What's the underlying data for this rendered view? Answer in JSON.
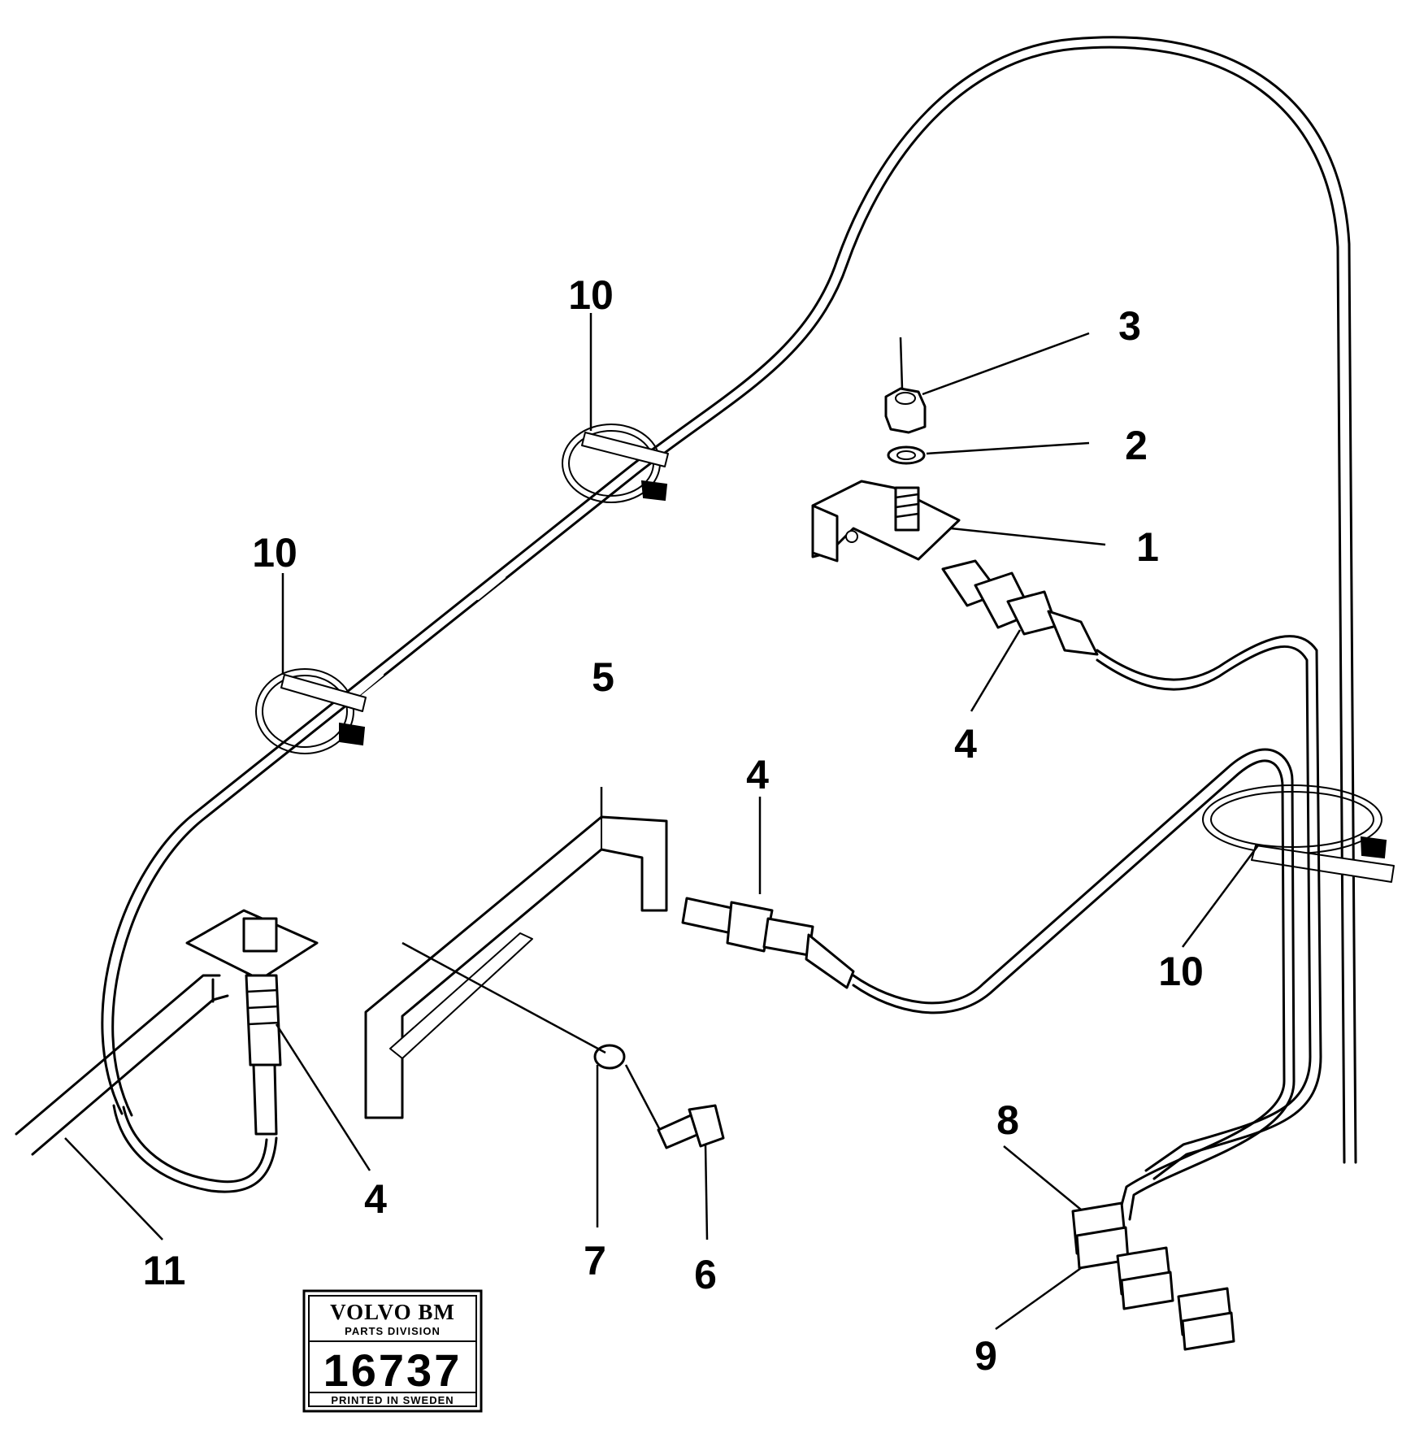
{
  "callouts": {
    "c1": "1",
    "c2": "2",
    "c3": "3",
    "c4a": "4",
    "c4b": "4",
    "c4c": "4",
    "c5": "5",
    "c6": "6",
    "c7": "7",
    "c8": "8",
    "c9": "9",
    "c10a": "10",
    "c10b": "10",
    "c10c": "10",
    "c11": "11"
  },
  "stamp": {
    "brand": "VOLVO BM",
    "division": "PARTS DIVISION",
    "number": "16737",
    "printed": "PRINTED IN SWEDEN"
  }
}
